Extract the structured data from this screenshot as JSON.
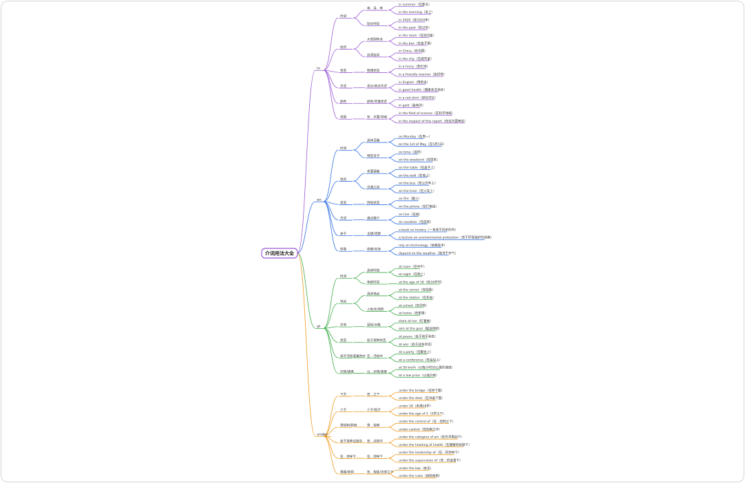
{
  "root": "介词用法大全",
  "colors": {
    "in": "#9b59d6",
    "on": "#2f6fe0",
    "at": "#3cab48",
    "under": "#ee9a1c",
    "root_border": "#9b59d6"
  },
  "branches": [
    {
      "key": "in",
      "label": "in",
      "groups": [
        {
          "label": "时间",
          "subs": [
            {
              "label": "年、月、季",
              "leaves": [
                "in summer（在夏天）",
                "in the morning（早上）"
              ]
            },
            {
              "label": "较长时段",
              "leaves": [
                "in 2020（在2020年）",
                "in the past（在过去）"
              ]
            }
          ]
        },
        {
          "label": "地点",
          "subs": [
            {
              "label": "大范围地点",
              "leaves": [
                "in the room（在房间里）",
                "in the box（在盒子里）"
              ]
            },
            {
              "label": "封闭空间",
              "leaves": [
                "in China（在中国）",
                "in the city（在城市里）"
              ]
            }
          ]
        },
        {
          "label": "状态",
          "subs": [
            {
              "label": "情绪状态",
              "leaves": [
                "in a hurry（匆忙地）",
                "in a friendly manner（友好地）"
              ]
            }
          ]
        },
        {
          "label": "方式",
          "subs": [
            {
              "label": "语言/表达方式",
              "leaves": [
                "in English（用英语）",
                "in good health（健康状况良好）"
              ]
            }
          ]
        },
        {
          "label": "颜色",
          "subs": [
            {
              "label": "颜色/衣着状态",
              "leaves": [
                "in a red shirt（穿红衬衫）",
                "in gold（金色的）"
              ]
            }
          ]
        },
        {
          "label": "范围",
          "subs": [
            {
              "label": "在…方面/领域",
              "leaves": [
                "in the field of science（在科学领域）",
                "in the respect of this report（在这方面来说）"
              ]
            }
          ]
        }
      ]
    },
    {
      "key": "on",
      "label": "on",
      "groups": [
        {
          "label": "时间",
          "subs": [
            {
              "label": "具体日期",
              "leaves": [
                "on Monday（在周一）",
                "on the 1st of May（在5月1日）"
              ]
            },
            {
              "label": "特定日子",
              "leaves": [
                "on time（准时）",
                "on the weekend（在周末）"
              ]
            }
          ]
        },
        {
          "label": "地点",
          "subs": [
            {
              "label": "表面接触",
              "leaves": [
                "on the table（在桌子上）",
                "on the wall（在墙上）"
              ]
            },
            {
              "label": "交通工具",
              "leaves": [
                "on the bus（在公交车上）",
                "on the train（在火车上）"
              ]
            }
          ]
        },
        {
          "label": "状态",
          "subs": [
            {
              "label": "持续状态",
              "leaves": [
                "on fire（着火）",
                "on the phone（在打电话）"
              ]
            }
          ]
        },
        {
          "label": "方式",
          "subs": [
            {
              "label": "通过媒介",
              "leaves": [
                "on line（在线）",
                "on vacation（在度假）"
              ]
            }
          ]
        },
        {
          "label": "关于",
          "subs": [
            {
              "label": "主题/话题",
              "leaves": [
                "a book on history（一本关于历史的书）",
                "a lecture on environmental protection（关于环境保护的讲座）"
              ]
            }
          ]
        },
        {
          "label": "依靠",
          "subs": [
            {
              "label": "依赖/支持",
              "leaves": [
                "rely on technology（依赖技术）",
                "depend on the weather（取决于天气）"
              ]
            }
          ]
        }
      ]
    },
    {
      "key": "at",
      "label": "at",
      "groups": [
        {
          "label": "时间",
          "subs": [
            {
              "label": "具体时刻",
              "leaves": [
                "at noon（在中午）",
                "at night（在晚上）"
              ]
            },
            {
              "label": "年龄时间",
              "leaves": [
                "at the age of 18（在18岁时）"
              ]
            }
          ]
        },
        {
          "label": "地点",
          "subs": [
            {
              "label": "具体地点",
              "leaves": [
                "at the corner（在拐角）",
                "at the station（在车站）"
              ]
            },
            {
              "label": "小地点/场所",
              "leaves": [
                "at school（在学校）",
                "at home（在家里）"
              ]
            }
          ]
        },
        {
          "label": "方向",
          "subs": [
            {
              "label": "目标/对象",
              "leaves": [
                "stare at her（盯着她）",
                "aim at the goal（瞄准目标）"
              ]
            }
          ]
        },
        {
          "label": "状态",
          "subs": [
            {
              "label": "处于某种状态",
              "leaves": [
                "at peace（处于和平状态）",
                "at war（处于战争状态）"
              ]
            }
          ]
        },
        {
          "label": "表示活动或事件中",
          "subs": [
            {
              "label": "在…活动中",
              "leaves": [
                "at a party（在聚会上）",
                "at a conference（在会议上）"
              ]
            }
          ]
        },
        {
          "label": "价格/速度",
          "subs": [
            {
              "label": "以…价格/速度",
              "leaves": [
                "at 50 km/h（以每小时50公里的速度）",
                "at a low price（以低价格）"
              ]
            }
          ]
        }
      ]
    },
    {
      "key": "under",
      "label": "under",
      "groups": [
        {
          "label": "下方",
          "subs": [
            {
              "label": "在…之下",
              "leaves": [
                "under the bridge（在桥下面）",
                "under the desk（在书桌下面）"
              ]
            }
          ]
        },
        {
          "label": "少于",
          "subs": [
            {
              "label": "少于/低于",
              "leaves": [
                "under 18（未满18岁）",
                "under the age of 5（5岁以下）"
              ]
            }
          ]
        },
        {
          "label": "受控制/影响",
          "subs": [
            {
              "label": "受…控制",
              "leaves": [
                "under the control of（在…控制之下）",
                "under control（在控制之中）"
              ]
            }
          ]
        },
        {
          "label": "处于某种过程中",
          "subs": [
            {
              "label": "在…过程中",
              "leaves": [
                "under the category of art（在艺术类别下）",
                "under the heading of health（在健康的标题下）"
              ]
            }
          ]
        },
        {
          "label": "在…领导下",
          "subs": [
            {
              "label": "在…领导下",
              "leaves": [
                "under the leadership of（在…的领导下）",
                "under the supervision of（在…的监督下）"
              ]
            }
          ]
        },
        {
          "label": "根据/依照",
          "subs": [
            {
              "label": "在…规定/法律之下",
              "leaves": [
                "under the law（依法）",
                "under the rules（按照规则）"
              ]
            }
          ]
        }
      ]
    }
  ]
}
